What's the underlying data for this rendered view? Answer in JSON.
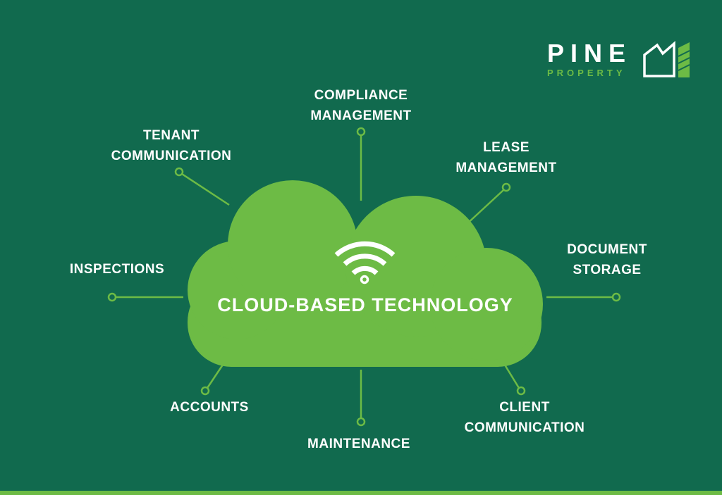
{
  "logo": {
    "name": "PINE",
    "subtitle": "PROPERTY"
  },
  "center": {
    "title": "CLOUD-BASED TECHNOLOGY",
    "icon": "wifi-icon"
  },
  "features": [
    {
      "line1": "COMPLIANCE",
      "line2": "MANAGEMENT"
    },
    {
      "line1": "TENANT",
      "line2": "COMMUNICATION"
    },
    {
      "line1": "LEASE",
      "line2": "MANAGEMENT"
    },
    {
      "line1": "DOCUMENT",
      "line2": "STORAGE"
    },
    {
      "line1": "INSPECTIONS"
    },
    {
      "line1": "ACCOUNTS"
    },
    {
      "line1": "MAINTENANCE"
    },
    {
      "line1": "CLIENT",
      "line2": "COMMUNICATION"
    }
  ],
  "colors": {
    "background": "#116a4e",
    "accent": "#6dbb45",
    "text": "#ffffff"
  }
}
